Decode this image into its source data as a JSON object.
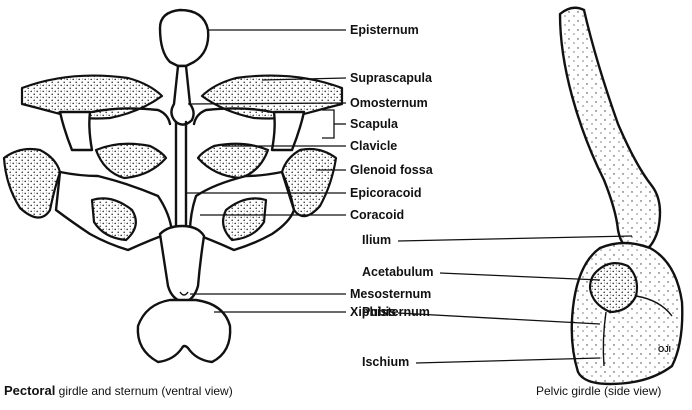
{
  "pectoral_labels": {
    "episternum": "Episternum",
    "suprascapula": "Suprascapula",
    "omosternum": "Omosternum",
    "scapula": "Scapula",
    "clavicle": "Clavicle",
    "glenoid_fossa": "Glenoid fossa",
    "epicoracoid": "Epicoracoid",
    "coracoid": "Coracoid",
    "mesosternum": "Mesosternum",
    "xiphisternum": "Xiphisternum"
  },
  "pelvic_labels": {
    "ilium": "Ilium",
    "acetabulum": "Acetabulum",
    "pubis": "Pubis",
    "ischium": "Ischium"
  },
  "captions": {
    "pectoral_bold": "Pectoral",
    "pectoral_rest": " girdle and sternum (ventral view)",
    "pelvic": "Pelvic girdle (side view)"
  },
  "signature": "OJI",
  "colors": {
    "ink": "#111111",
    "paper": "#ffffff"
  }
}
